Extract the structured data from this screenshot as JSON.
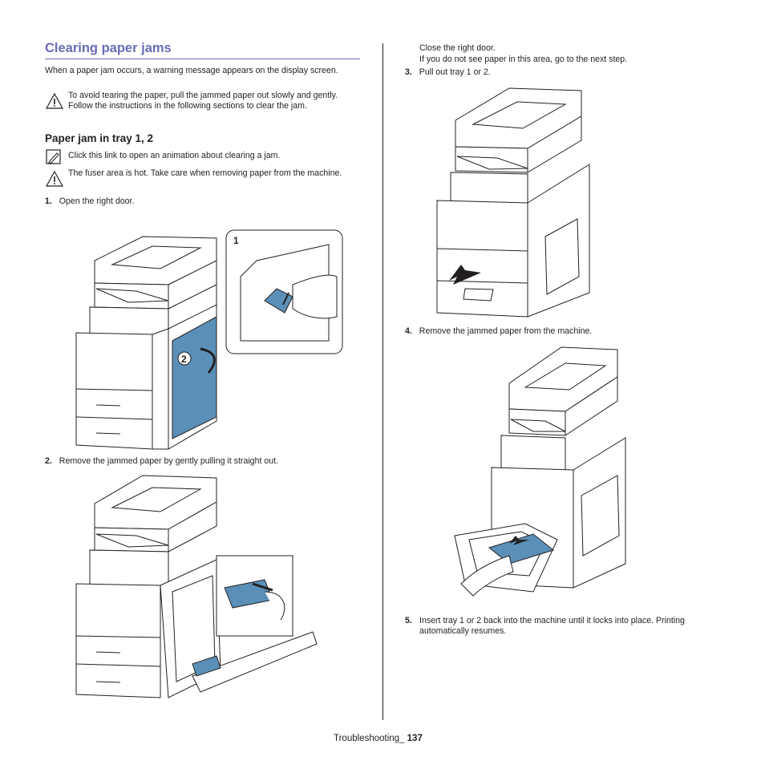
{
  "section": {
    "title": "Clearing paper jams",
    "intro": "When a paper jam occurs, a warning message appears on the display screen.",
    "caution_text": "To avoid tearing the paper, pull the jammed paper out slowly and gently. Follow the instructions in the following sections to clear the jam."
  },
  "subsection": {
    "title": "Paper jam in tray 1, 2",
    "note_text": "Click this link to open an animation about clearing a jam.",
    "warning_text": "The fuser area is hot. Take care when removing paper from the machine."
  },
  "steps": [
    {
      "num": "1.",
      "text": "Open the right door."
    },
    {
      "num": "2.",
      "text": "Remove the jammed paper by gently pulling it straight out."
    },
    {
      "num": "3.",
      "text": "Pull out tray 1 or 2."
    },
    {
      "num": "4.",
      "text": "Remove the jammed paper from the machine."
    },
    {
      "num": "5.",
      "text": "Insert tray 1 or 2 back into the machine until it locks into place. Printing automatically resumes."
    }
  ],
  "step2_followup": {
    "line1": "Close the right door.",
    "line2": "If you do not see paper in this area, go to the next step."
  },
  "figure1_callouts": {
    "inset_label": "1",
    "door_label": "2"
  },
  "footer": {
    "chapter": "Troubleshooting_",
    "page": "137"
  },
  "icons": {
    "caution": "warning-triangle-icon",
    "note": "pencil-note-icon",
    "hot": "warning-triangle-icon"
  },
  "colors": {
    "heading": "#6b6bb8",
    "illustration_accent": "#5a90b8"
  }
}
